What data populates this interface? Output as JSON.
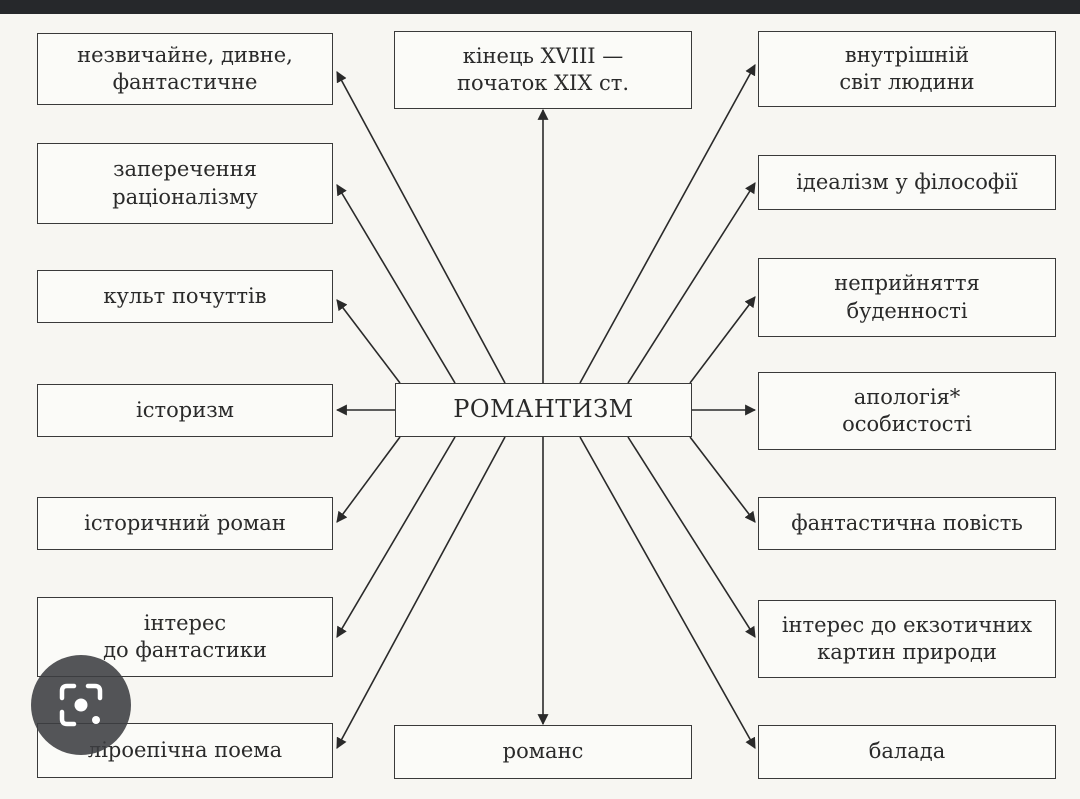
{
  "center": {
    "label": "РОМАНТИЗМ"
  },
  "nodes": {
    "l1": "незвичайне, дивне,\nфантастичне",
    "l2": "заперечення\nраціоналізму",
    "l3": "культ почуттів",
    "l4": "історизм",
    "l5": "історичний роман",
    "l6": "інтерес\nдо фантастики",
    "l7": "ліроепічна поема",
    "t1": "кінець XVIII —\nпочаток XIX ст.",
    "b1": "романс",
    "r1": "внутрішній\nсвіт людини",
    "r2": "ідеалізм у філософії",
    "r3": "неприйняття\nбуденності",
    "r4": "апологія*\nособистості",
    "r5": "фантастична повість",
    "r6": "інтерес до екзотичних\nкартин природи",
    "r7": "балада"
  },
  "overlay": {
    "icon": "lens-search-icon"
  }
}
